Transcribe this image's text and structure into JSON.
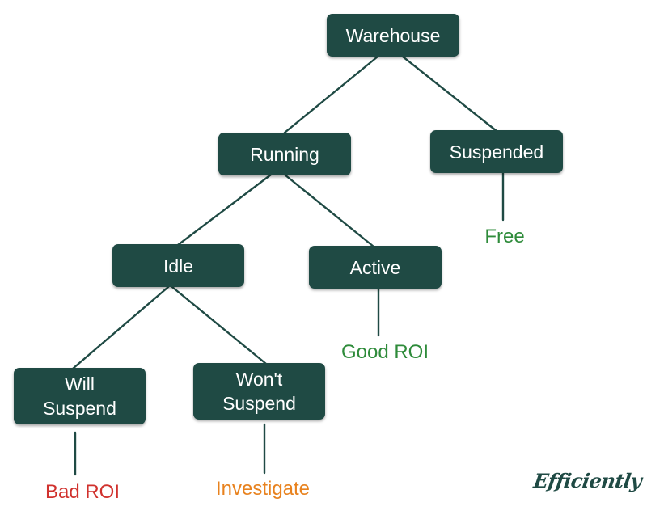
{
  "colors": {
    "node_fill": "#1f4a44",
    "node_text": "#ffffff",
    "edge": "#1f4a44",
    "good": "#2e8b3a",
    "bad": "#d0312d",
    "warn": "#e8821e",
    "brand": "#1f4a44"
  },
  "nodes": {
    "warehouse": "Warehouse",
    "running": "Running",
    "suspended": "Suspended",
    "idle": "Idle",
    "active": "Active",
    "will_suspend": "Will Suspend",
    "wont_suspend": "Won't Suspend"
  },
  "outcomes": {
    "free": "Free",
    "good_roi": "Good ROI",
    "bad_roi": "Bad ROI",
    "investigate": "Investigate"
  },
  "brand": "Efficiently"
}
